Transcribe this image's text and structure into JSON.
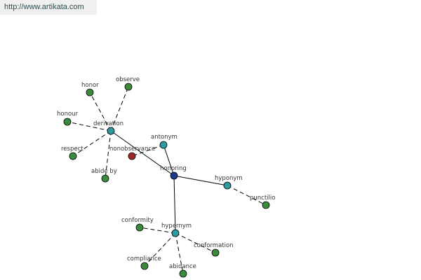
{
  "watermark": {
    "url": "http://www.artikata.com"
  },
  "colors": {
    "center": "#1e3a8a",
    "relation": "#2e9aa0",
    "leaf": "#3c8a3c",
    "antonym_leaf": "#9a2a2a"
  },
  "graph": {
    "center": {
      "label": "honoring"
    },
    "relations": [
      {
        "label": "derivation",
        "leaves": [
          "honor",
          "observe",
          "honour",
          "respect",
          "abide by"
        ]
      },
      {
        "label": "antonym",
        "leaves": [
          "nonobservance"
        ]
      },
      {
        "label": "hyponym",
        "leaves": [
          "punctilio"
        ]
      },
      {
        "label": "hypernym",
        "leaves": [
          "conformity",
          "compliance",
          "abidance",
          "conformation"
        ]
      }
    ]
  }
}
